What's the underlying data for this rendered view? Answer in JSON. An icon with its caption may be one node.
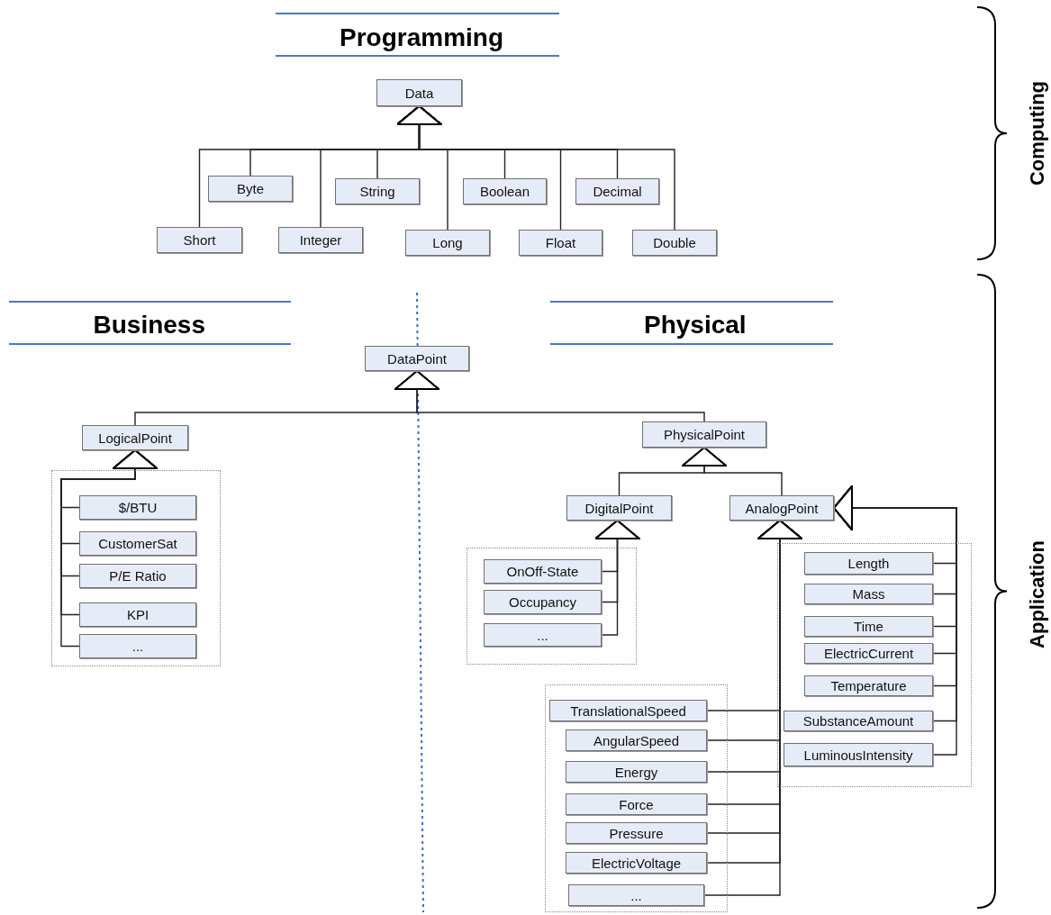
{
  "diagram": {
    "nodes": [
      {
        "text": [
          "Data"
        ]
      },
      {
        "text": [
          "Short"
        ]
      },
      {
        "text": [
          "Byte"
        ]
      },
      {
        "text": [
          "Integer"
        ]
      },
      {
        "text": [
          "String"
        ]
      },
      {
        "text": [
          "Long"
        ]
      },
      {
        "text": [
          "Boolean"
        ]
      },
      {
        "text": [
          "Float"
        ]
      },
      {
        "text": [
          "Decimal"
        ]
      },
      {
        "text": [
          "Double"
        ]
      },
      {
        "text": [
          "DataPoint"
        ]
      },
      {
        "text": [
          "LogicalPoint"
        ]
      },
      {
        "text": [],
        "shape": "box"
      },
      {
        "text": [
          "$/BTU"
        ],
        "in": 12
      },
      {
        "text": [
          "CustomerSat"
        ],
        "in": 12
      },
      {
        "text": [
          "P/E Ratio"
        ],
        "in": 12
      },
      {
        "text": [
          "KPI"
        ],
        "in": 12
      },
      {
        "text": [
          "..."
        ],
        "in": 12
      },
      {
        "text": [
          "PhysicalPoint"
        ]
      },
      {
        "text": [
          "DigitalPoint"
        ]
      },
      {
        "text": [
          "AnalogPoint"
        ]
      },
      {
        "text": [],
        "shape": "box"
      },
      {
        "text": [
          "OnOff-State"
        ],
        "in": 21
      },
      {
        "text": [
          "Occupancy"
        ],
        "in": 21
      },
      {
        "text": [
          "..."
        ],
        "in": 21
      },
      {
        "text": [],
        "shape": "box"
      },
      {
        "text": [
          "Length"
        ],
        "in": 25
      },
      {
        "text": [
          "Mass"
        ],
        "in": 25
      },
      {
        "text": [
          "Time"
        ],
        "in": 25
      },
      {
        "text": [
          "ElectricCurrent"
        ],
        "in": 25
      },
      {
        "text": [
          "Temperature"
        ],
        "in": 25
      },
      {
        "text": [
          "SubstanceAmount"
        ],
        "in": 25
      },
      {
        "text": [
          "LuminousIntensity"
        ],
        "in": 25
      },
      {
        "text": [],
        "shape": "box"
      },
      {
        "text": [
          "TranslationalSpeed"
        ],
        "in": 33
      },
      {
        "text": [
          "AngularSpeed"
        ],
        "in": 33
      },
      {
        "text": [
          "Energy"
        ],
        "in": 33
      },
      {
        "text": [
          "Force"
        ],
        "in": 33
      },
      {
        "text": [
          "Pressure"
        ],
        "in": 33
      },
      {
        "text": [
          "ElectricVoltage"
        ],
        "in": 33
      },
      {
        "text": [
          "..."
        ],
        "in": 33
      }
    ],
    "edges": [
      {
        "from": 1,
        "to": 0,
        "arrow": "to"
      },
      {
        "from": 2,
        "to": 0,
        "arrow": "to"
      },
      {
        "from": 3,
        "to": 0,
        "arrow": "to"
      },
      {
        "from": 4,
        "to": 0,
        "arrow": "to"
      },
      {
        "from": 5,
        "to": 0,
        "arrow": "to"
      },
      {
        "from": 6,
        "to": 0,
        "arrow": "to"
      },
      {
        "from": 7,
        "to": 0,
        "arrow": "to"
      },
      {
        "from": 8,
        "to": 0,
        "arrow": "to"
      },
      {
        "from": 9,
        "to": 0,
        "arrow": "to"
      },
      {
        "from": 11,
        "to": 10,
        "arrow": "to"
      },
      {
        "from": 18,
        "to": 10,
        "arrow": "to"
      },
      {
        "from": 13,
        "to": 11,
        "arrow": "to"
      },
      {
        "from": 14,
        "to": 11,
        "arrow": "to"
      },
      {
        "from": 15,
        "to": 11,
        "arrow": "to"
      },
      {
        "from": 16,
        "to": 11,
        "arrow": "to"
      },
      {
        "from": 17,
        "to": 11,
        "arrow": "to"
      },
      {
        "from": 19,
        "to": 18,
        "arrow": "to"
      },
      {
        "from": 20,
        "to": 18,
        "arrow": "to"
      },
      {
        "from": 22,
        "to": 19,
        "arrow": "to"
      },
      {
        "from": 23,
        "to": 19,
        "arrow": "to"
      },
      {
        "from": 24,
        "to": 19,
        "arrow": "to"
      },
      {
        "from": 26,
        "to": 20,
        "arrow": "to"
      },
      {
        "from": 27,
        "to": 20,
        "arrow": "to"
      },
      {
        "from": 28,
        "to": 20,
        "arrow": "to"
      },
      {
        "from": 29,
        "to": 20,
        "arrow": "to"
      },
      {
        "from": 30,
        "to": 20,
        "arrow": "to"
      },
      {
        "from": 31,
        "to": 20,
        "arrow": "to"
      },
      {
        "from": 32,
        "to": 20,
        "arrow": "to"
      },
      {
        "from": 34,
        "to": 20,
        "arrow": "to"
      },
      {
        "from": 35,
        "to": 20,
        "arrow": "to"
      },
      {
        "from": 36,
        "to": 20,
        "arrow": "to"
      },
      {
        "from": 37,
        "to": 20,
        "arrow": "to"
      },
      {
        "from": 38,
        "to": 20,
        "arrow": "to"
      },
      {
        "from": 39,
        "to": 20,
        "arrow": "to"
      },
      {
        "from": 40,
        "to": 20,
        "arrow": "to"
      }
    ],
    "labels": [
      "Programming",
      "Computing",
      "Business",
      "Physical",
      "Application"
    ]
  }
}
